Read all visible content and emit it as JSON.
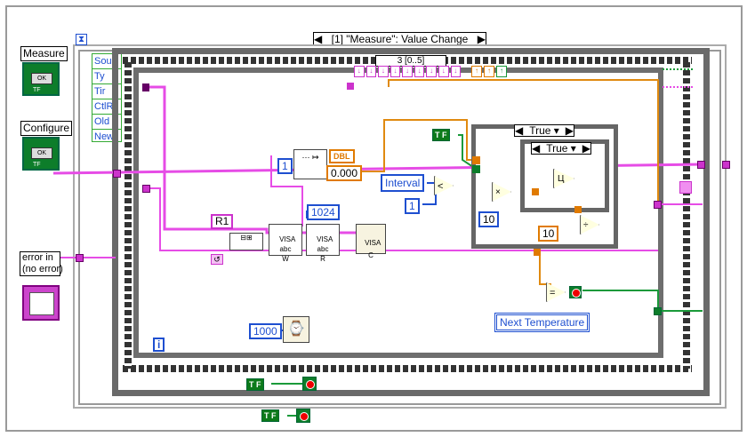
{
  "event_structure": {
    "selector": "[1] \"Measure\": Value Change",
    "event_data_fields": [
      "Sou",
      "Ty",
      "Tir",
      "CtlR",
      "Old",
      "New"
    ]
  },
  "controls": {
    "measure_label": "Measure",
    "configure_label": "Configure",
    "ok_text": "OK",
    "tf_text": "TF",
    "error_in_label": "error in\n(no error)"
  },
  "while_loop": {
    "iteration_terminal": "i",
    "timeout_ms": "1000"
  },
  "case_structure_outer": {
    "selector": "True"
  },
  "case_structure_inner": {
    "selector": "True"
  },
  "nodes": {
    "r1_label": "R1",
    "visa_write": "VISA\nabc\nW",
    "visa_read": "VISA\nabc\nR",
    "visa_close": "VISA\nC",
    "read_count": "1024",
    "scan_offset": "1",
    "dbl_label": "DBL",
    "dbl_value": "0.000",
    "interval_label": "Interval",
    "interval_const": "1",
    "ten_const_a": "10",
    "ten_const_b": "10",
    "next_temperature_label": "Next Temperature",
    "format_indicator": "3 [0..5]"
  },
  "colors": {
    "wire_pink": "#e64ce6",
    "wire_orange": "#e08a10",
    "wire_green": "#1a9a3a",
    "wire_blue": "#1e4fd0",
    "frame_gray": "#6e6e6e"
  }
}
